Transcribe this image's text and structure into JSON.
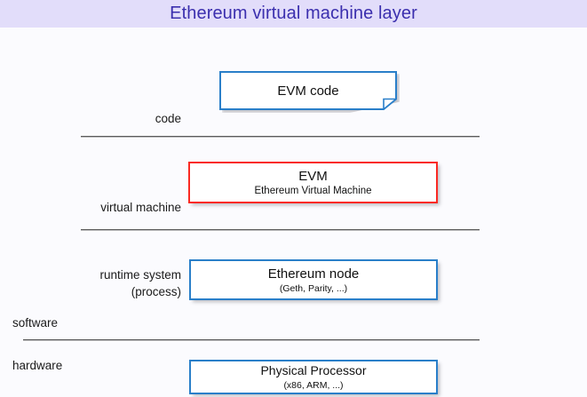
{
  "slide": {
    "title": "Ethereum virtual machine layer",
    "header_bg": "#e2ddfa",
    "title_color": "#3b2fae",
    "page_bg": "#fbfbfe"
  },
  "row_labels": {
    "code": "code",
    "virtual_machine": "virtual machine",
    "runtime_system": "runtime system\n(process)"
  },
  "side_labels": {
    "software": "software",
    "hardware": "hardware"
  },
  "boxes": {
    "evm_code": {
      "title": "EVM code",
      "subtitle": "",
      "border_color": "#2a7fc9",
      "shape": "note"
    },
    "evm": {
      "title": "EVM",
      "subtitle": "Ethereum Virtual Machine",
      "border_color": "#fa2a23",
      "shape": "rect"
    },
    "ethereum_node": {
      "title": "Ethereum node",
      "subtitle": "(Geth, Parity, ...)",
      "border_color": "#2a7fc9",
      "shape": "rect"
    },
    "physical_processor": {
      "title": "Physical Processor",
      "subtitle": "(x86, ARM, ...)",
      "border_color": "#2a7fc9",
      "shape": "rect"
    }
  }
}
